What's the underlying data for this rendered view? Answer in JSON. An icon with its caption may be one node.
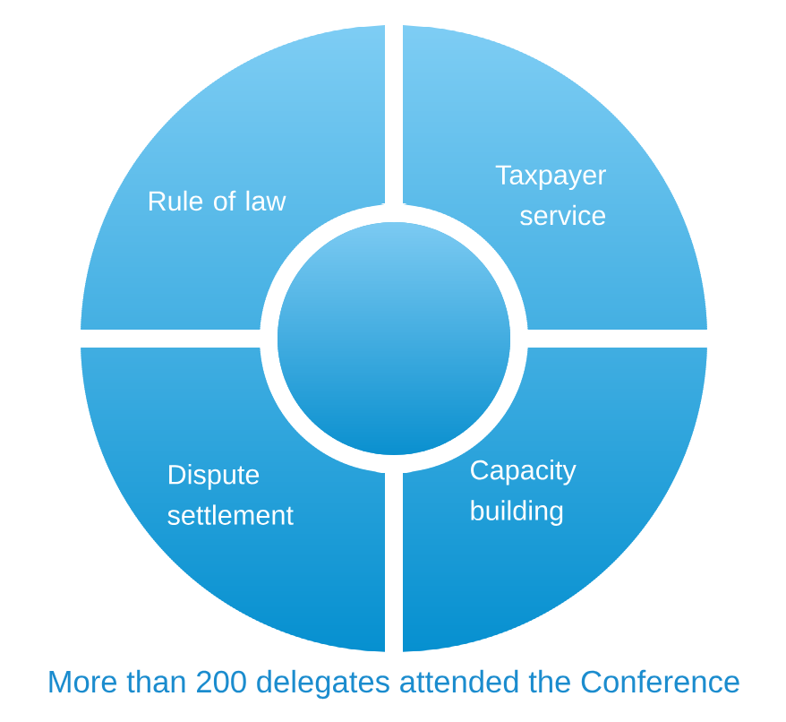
{
  "diagram": {
    "nodes": [
      {
        "text": [
          "Rule of law"
        ]
      },
      {
        "text": [
          "Taxpayer service"
        ]
      },
      {
        "text": [
          "Dispute settlement"
        ]
      },
      {
        "text": [
          "Capacity building"
        ]
      },
      {
        "text": [],
        "shape": "circle"
      }
    ],
    "caption": "More than 200 delegates attended the Conference"
  }
}
